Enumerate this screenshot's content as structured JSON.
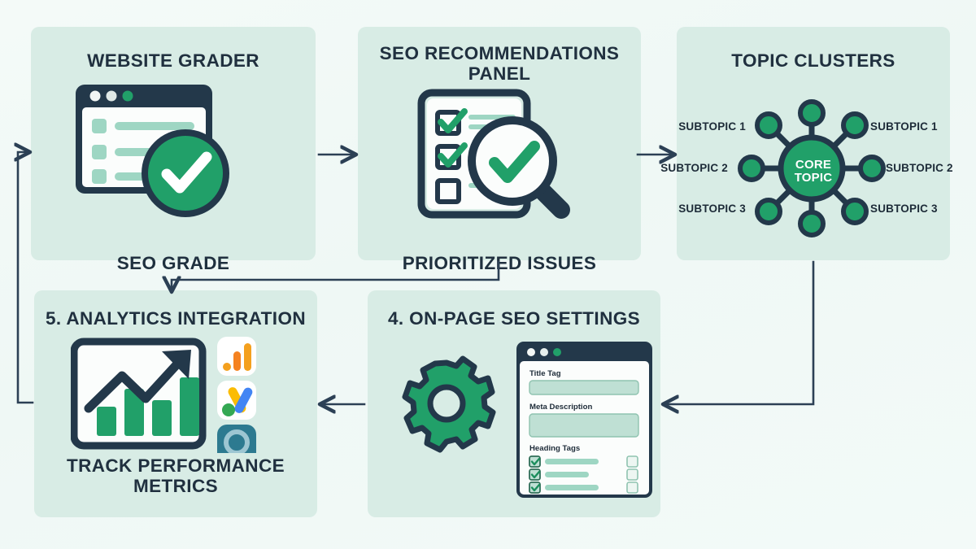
{
  "colors": {
    "background": "#f2f9f7",
    "panel": "#d8ece5",
    "ink": "#20303f",
    "dark": "#23384a",
    "green": "#21a069",
    "green_light": "#9ed6c3",
    "mint_fill": "#bfe0d4",
    "white": "#ffffff"
  },
  "panels": [
    {
      "id": "website-grader",
      "title": "WEBSITE GRADER",
      "caption": "SEO GRADE",
      "icon": "browser-window-with-check-badge"
    },
    {
      "id": "seo-recommendations-panel",
      "title": "SEO RECOMMENDATIONS PANEL",
      "caption": "PRIORITIZED ISSUES",
      "icon": "checklist-with-magnifier"
    },
    {
      "id": "topic-clusters",
      "title": "TOPIC CLUSTERS",
      "caption": "",
      "icon": "hub-and-spoke-cluster"
    },
    {
      "id": "on-page-seo-settings",
      "title": "4. ON-PAGE SEO SETTINGS",
      "caption": "",
      "icon": "gear-with-settings-window"
    },
    {
      "id": "analytics-integration",
      "title": "5. ANALYTICS INTEGRATION",
      "caption": "TRACK PERFORMANCE METRICS",
      "icon": "growth-chart-with-app-badges"
    }
  ],
  "topic_cluster": {
    "core_label_line1": "CORE",
    "core_label_line2": "TOPIC",
    "left_labels": [
      "SUBTOPIC 1",
      "SUBTOPIC 2",
      "SUBTOPIC 3"
    ],
    "right_labels": [
      "SUBTOPIC 1",
      "SUBTOPIC 2",
      "SUBTOPIC 3"
    ],
    "node_count": 8
  },
  "seo_settings_window": {
    "fields": [
      {
        "label": "Title Tag",
        "type": "input",
        "value": ""
      },
      {
        "label": "Meta Description",
        "type": "textarea",
        "value": ""
      },
      {
        "label": "Heading Tags",
        "type": "checklist",
        "value": ""
      }
    ],
    "checklist_rows": [
      {
        "checked": true,
        "right_checked": false
      },
      {
        "checked": true,
        "right_checked": false
      },
      {
        "checked": true,
        "right_checked": false
      }
    ],
    "traffic_lights": 3
  },
  "analytics_badges": [
    {
      "name": "google-analytics-icon"
    },
    {
      "name": "google-ads-icon"
    },
    {
      "name": "search-console-icon"
    }
  ],
  "analytics_chart": {
    "bars": [
      28,
      52,
      38,
      68
    ],
    "trend": "rising-arrow"
  },
  "checklist_panel": {
    "rows": [
      {
        "checked": true
      },
      {
        "checked": true
      },
      {
        "checked": false
      }
    ]
  },
  "connectors": [
    {
      "name": "arrow-grader-to-recommendations",
      "direction": "right"
    },
    {
      "name": "arrow-recommendations-to-clusters",
      "direction": "right"
    },
    {
      "name": "arrow-clusters-to-onpage",
      "direction": "left-elbow"
    },
    {
      "name": "arrow-onpage-to-analytics",
      "direction": "left"
    },
    {
      "name": "arrow-analytics-to-grader",
      "direction": "loop-left-up"
    },
    {
      "name": "arrow-recommendations-to-analytics",
      "direction": "down-elbow"
    }
  ]
}
